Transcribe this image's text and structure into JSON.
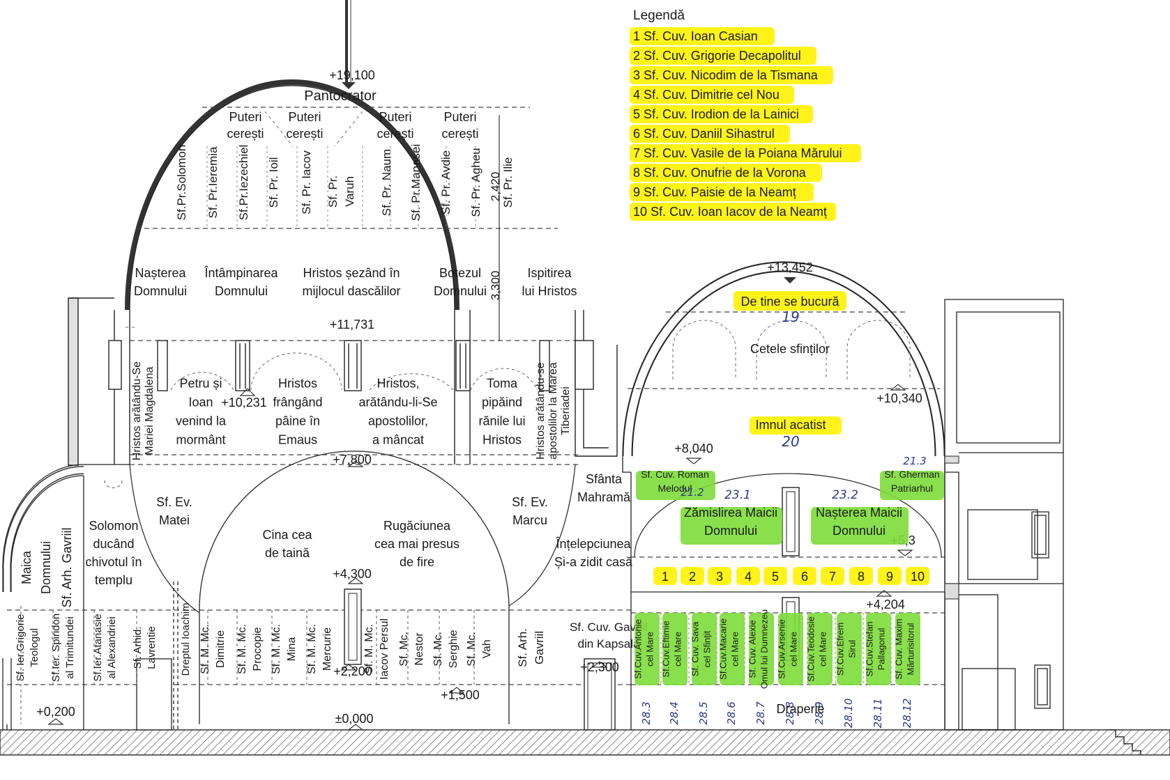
{
  "legend": {
    "title": "Legendă",
    "items": [
      "1 Sf. Cuv. Ioan Casian",
      "2 Sf. Cuv. Grigorie Decapolitul",
      "3 Sf. Cuv. Nicodim de la Tismana",
      "4 Sf. Cuv. Dimitrie cel Nou",
      "5 Sf. Cuv. Irodion de la Lainici",
      "6 Sf. Cuv. Daniil Sihastrul",
      "7 Sf. Cuv. Vasile de la Poiana Mărului",
      "8 Sf. Cuv. Onufrie de la Vorona",
      "9 Sf. Cuv. Paisie de la Neamț",
      "10 Sf. Cuv. Ioan Iacov de la Neamț"
    ]
  },
  "colors": {
    "highlight_yellow": "#fff200",
    "highlight_green": "#7ddc3a",
    "line": "#333333",
    "hatch": "#555555",
    "handwriting": "#2b3a8a"
  },
  "levels": {
    "dome_top": "+19,100",
    "small_dome_top": "+13,452",
    "l11731": "+11,731",
    "l10231": "+10,231",
    "l10340": "+10,340",
    "l8040": "+8,040",
    "l7800": "+7,800",
    "l53": "+5,3",
    "l4300": "+4,300",
    "l4204": "+4,204",
    "l2200": "+2,200",
    "l2300": "+2,300",
    "l1500": "+1,500",
    "l0200": "+0,200",
    "l0000": "±0,000"
  },
  "dims": {
    "d2420": "2,420",
    "d3300": "3,300"
  },
  "big_dome": {
    "pantocrator": "Pantocrator",
    "puteri": [
      [
        "Puteri",
        "cerești"
      ],
      [
        "Puteri",
        "cerești"
      ],
      [
        "Puteri",
        "cerești"
      ],
      [
        "Puteri",
        "cerești"
      ]
    ],
    "prophets": [
      [
        "Sf.Pr.Solomon"
      ],
      [
        "Sf. Pr.Ieremia"
      ],
      [
        "Sf.Pr.Iezechiel"
      ],
      [
        "Sf. Pr. Ioil"
      ],
      [
        "Sf. Pr. Iacov"
      ],
      [
        "Sf. Pr.",
        "Varuh"
      ],
      [
        "Sf. Pr. Naum"
      ],
      [
        "Sf. Pr.Manasei"
      ],
      [
        "Sf. Pr. Avdie"
      ],
      [
        "Sf. Pr. Agheu"
      ],
      [
        "Sf. Pr. Ilie"
      ]
    ],
    "feasts": [
      [
        "Nașterea",
        "Domnului"
      ],
      [
        "Întâmpinarea",
        "Domnului"
      ],
      [
        "Hristos șezând în",
        "mijlocul dascălilor"
      ],
      [
        "Botezul",
        "Domnului"
      ],
      [
        "Ispitirea",
        "lui Hristos"
      ]
    ],
    "drum_scenes": [
      [
        "Petru și",
        "Ioan",
        "venind la",
        "mormânt"
      ],
      [
        "Hristos",
        "frângând",
        "pâine în",
        "Emaus"
      ],
      [
        "Hristos,",
        "arătându-li-Se",
        "apostolilor,",
        "a mâncat"
      ],
      [
        "Toma",
        "pipăind",
        "rănile lui",
        "Hristos"
      ]
    ],
    "drum_side_left": [
      "Hristos arătându-Se",
      "Mariei Magdalena"
    ],
    "drum_side_right": [
      "Hristos arătându-se",
      "apostolilor la Marea",
      "Tiberiadei"
    ]
  },
  "naos": {
    "ev_matei": [
      "Sf. Ev.",
      "Matei"
    ],
    "ev_marcu": [
      "Sf. Ev.",
      "Marcu"
    ],
    "cina": [
      "Cina cea",
      "de taină"
    ],
    "rugaciunea": [
      "Rugăciunea",
      "cea mai presus",
      "de fire"
    ],
    "saints": [
      [
        "Sf. M. Mc.",
        "Dimitrie"
      ],
      [
        "Sf. M. Mc.",
        "Procopie"
      ],
      [
        "Sf. M. Mc.",
        "Mina"
      ],
      [
        "Sf. M. Mc.",
        "Mercurie"
      ],
      [
        "Sf. M. Mc.",
        "Iacov Persul"
      ],
      [
        "Sf. Mc.",
        "Nestor"
      ],
      [
        "Sf. Mc.",
        "Serghie"
      ],
      [
        "Sf. Mc.",
        "Vah"
      ]
    ]
  },
  "left_wing": {
    "maica": [
      "Maica",
      "Domnului"
    ],
    "gavriil": [
      "Sf. Arh. Gavriil"
    ],
    "solomon": [
      "Solomon",
      "ducând",
      "chivotul în",
      "templu"
    ],
    "saints": [
      [
        "Sf. Ier.Grigorie",
        "Teologul"
      ],
      [
        "Sf.Ier. Spiridon",
        "al Trimitundei"
      ],
      [
        "Sf.Ier.Atanasie",
        "al Alexandriei"
      ],
      [
        "Sf. Arhid.",
        "Lavrentie"
      ],
      [
        "Dreptul Ioachim"
      ]
    ]
  },
  "middle": {
    "mahrama": [
      "Sfânta",
      "Mahramă"
    ],
    "intelepciunea": [
      "Înțelepciunea",
      "Și-a zidit casă"
    ],
    "arh": [
      "Sf. Arh.",
      "Gavriil"
    ],
    "gavriil_kapsala": [
      "Sf. Cuv. Gavriil",
      "din Kapsala"
    ]
  },
  "small_dome": {
    "de_tine": "De tine se bucură",
    "n19": "19",
    "cetele": "Cetele sfinților",
    "acatist": "Imnul acatist",
    "n20": "20",
    "roman": [
      "Sf. Cuv. Roman",
      "Melodul"
    ],
    "n212": "21.2",
    "gherman": [
      "Sf. Gherman",
      "Patriarhul"
    ],
    "n213": "21.3",
    "zamislirea": [
      "Zămislirea Maicii",
      "Domnului"
    ],
    "n231": "23.1",
    "nasterea": [
      "Nașterea Maicii",
      "Domnului"
    ],
    "n232": "23.2",
    "numbers": [
      "1",
      "2",
      "3",
      "4",
      "5",
      "6",
      "7",
      "8",
      "9",
      "10"
    ],
    "saints": [
      [
        "Sf.Cuv.Antonie",
        "cel Mare"
      ],
      [
        "Sf.Cuv.Eftimie",
        "cel Mare"
      ],
      [
        "Sf. Cuv. Sava",
        "cel Sfințit"
      ],
      [
        "Sf.Cuv.Macarie",
        "cel Mare"
      ],
      [
        "Sf. Cuv. Alexie",
        "Omul lui Dumnezeu"
      ],
      [
        "Sf.Cuv.Arsenie",
        "cel Mare"
      ],
      [
        "Sf.Cuv.Teodosie",
        "cel Mare"
      ],
      [
        "Sf.Cuv.Efrem",
        "Sirul"
      ],
      [
        "Sf.Cuv.Stefan",
        "Pallagonul"
      ],
      [
        "Sf. Cuv. Maxim",
        "Mărturisitorul"
      ]
    ],
    "hand_nums": [
      "28.3",
      "28.4",
      "28.5",
      "28.6",
      "28.7",
      "28.8",
      "28.9",
      "28.10",
      "28.11",
      "28.12"
    ],
    "draperie": "Draperie"
  }
}
